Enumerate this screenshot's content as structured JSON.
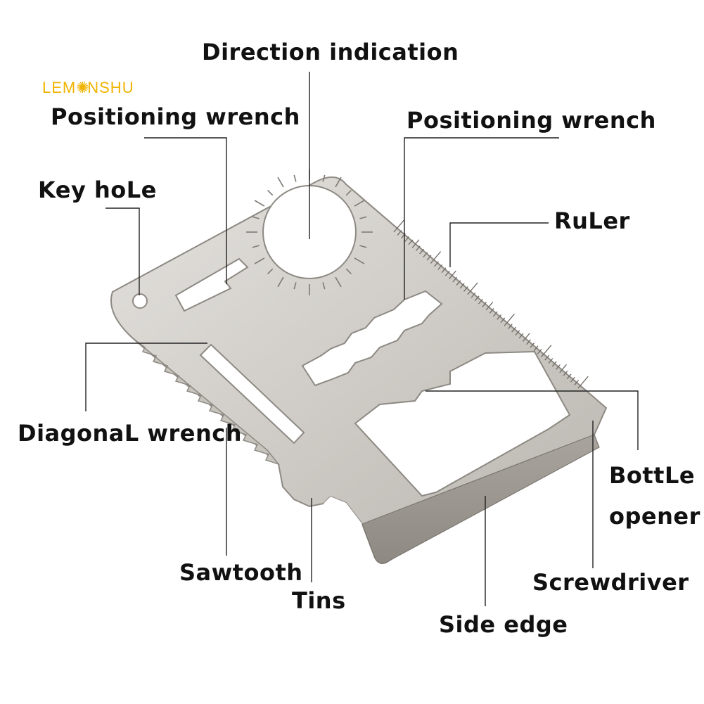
{
  "brand": {
    "logo_text_left": "LEM",
    "logo_text_right": "NSHU",
    "logo_color": "#f0b400",
    "logo_icon": "sun-flower-icon"
  },
  "labels": {
    "direction_indication": "Direction indication",
    "positioning_wrench_left": "Positioning wrench",
    "positioning_wrench_right": "Positioning wrench",
    "key_hole": "Key hoLe",
    "ruler": "RuLer",
    "diagonal_wrench": "DiagonaL wrench",
    "bottle_opener_line1": "BottLe",
    "bottle_opener_line2": "opener",
    "sawtooth": "Sawtooth",
    "tins": "Tins",
    "screwdriver": "Screwdriver",
    "side_edge": "Side edge"
  },
  "colors": {
    "steel_light": "#d9d7d3",
    "steel_mid": "#bdbab5",
    "steel_dark": "#9c9893",
    "text": "#111111",
    "leader": "#222222"
  }
}
